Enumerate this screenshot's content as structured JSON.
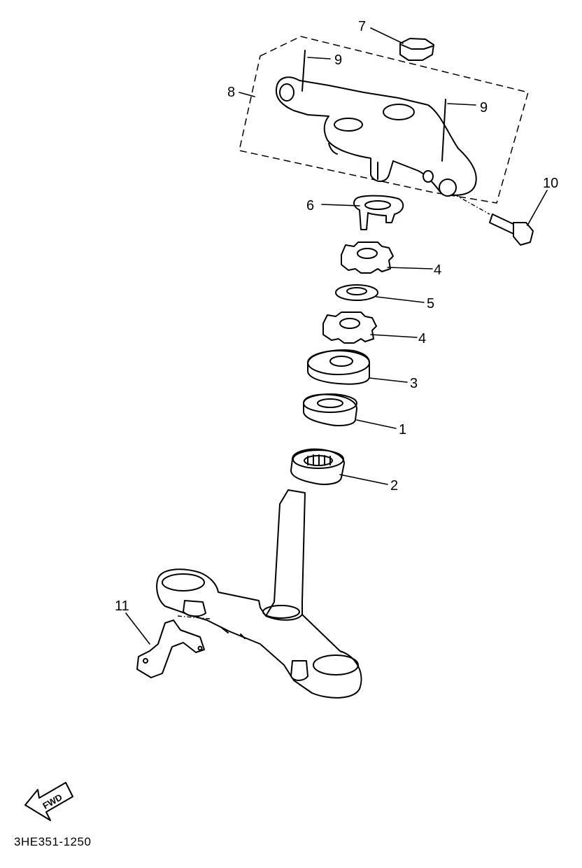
{
  "callouts": {
    "c1": "1",
    "c2": "2",
    "c3": "3",
    "c4a": "4",
    "c4b": "4",
    "c5": "5",
    "c6": "6",
    "c7": "7",
    "c8": "8",
    "c9a": "9",
    "c9b": "9",
    "c10": "10",
    "c11": "11"
  },
  "fwd_label": "FWD",
  "diagram_code": "3HE351-1250"
}
